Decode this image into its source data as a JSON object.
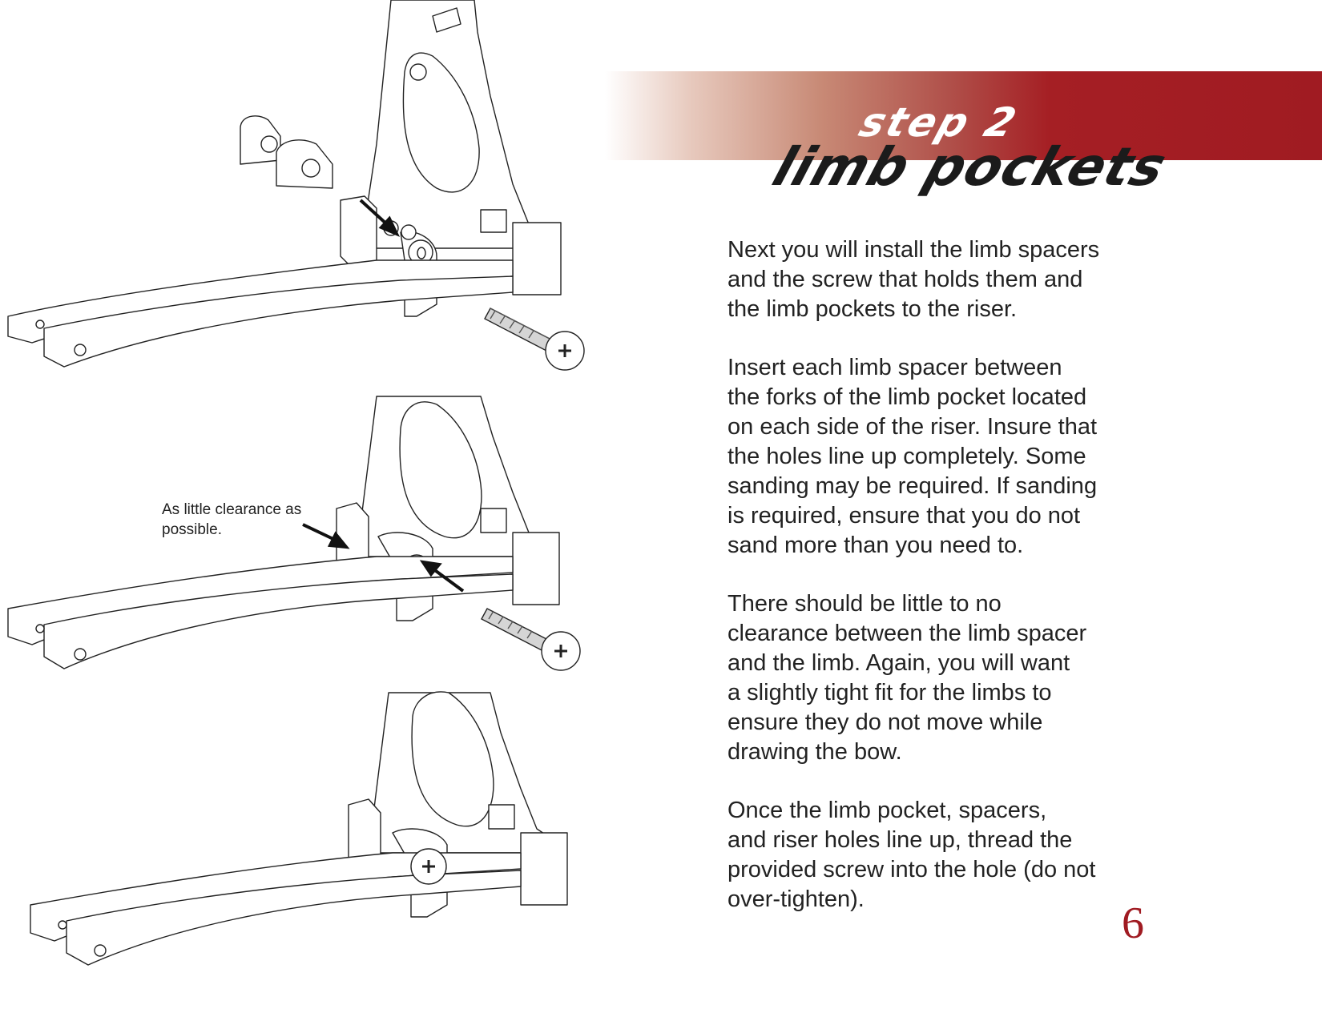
{
  "header": {
    "step_label": "step 2",
    "section_title": "limb pockets",
    "banner_color": "#a01b22"
  },
  "instructions": [
    "Next you will install the limb spacers\nand  the screw that holds them and\nthe limb pockets to the riser.",
    "Insert each limb spacer between\nthe forks of the limb pocket located\non each side of the riser. Insure that\nthe holes line up completely. Some\nsanding may be required. If sanding\nis required, ensure that you do not\nsand more than you need to.",
    "There should be little to no\nclearance between the limb spacer\nand the limb. Again, you will want\na slightly tight fit for the limbs to\nensure they do not move while\ndrawing the bow.",
    "Once the limb pocket, spacers,\nand riser holes line up, thread the\nprovided screw into the hole (do not\nover-tighten)."
  ],
  "callout": "As little clearance as possible.",
  "page_number": "6",
  "illustrations": [
    {
      "name": "exploded-assembly-illustration",
      "parts": [
        "riser",
        "limb-spacer",
        "limb-spacer",
        "limb-pocket",
        "limbs",
        "screw"
      ]
    },
    {
      "name": "spacer-alignment-illustration",
      "parts": [
        "riser",
        "limb-pocket",
        "limbs",
        "screw"
      ]
    },
    {
      "name": "completed-assembly-illustration",
      "parts": [
        "riser",
        "limb-pocket",
        "limbs",
        "installed-screw"
      ]
    }
  ]
}
